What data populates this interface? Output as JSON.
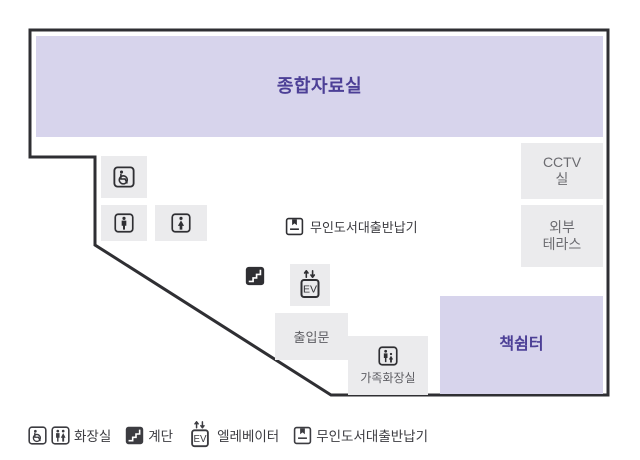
{
  "map": {
    "title_room": "종합자료실",
    "rooms": [
      {
        "name": "종합자료실",
        "type": "purple"
      },
      {
        "name": "CCTV\n실",
        "type": "gray"
      },
      {
        "name": "외부\n테라스",
        "type": "gray"
      },
      {
        "name": "책쉼터",
        "type": "purple"
      }
    ],
    "room_main_label": "종합자료실",
    "room_cctv_label": "CCTV\n실",
    "room_terrace_label": "외부\n테라스",
    "room_rest_label": "책쉼터",
    "door_label": "출입문",
    "family_restroom_label": "가족화장실",
    "book_machine_label": "무인도서대출반납기",
    "icons": {
      "accessible_restroom": "accessible-restroom-icon",
      "mens_restroom": "mens-restroom-icon",
      "womens_restroom": "womens-restroom-icon",
      "family_restroom": "family-restroom-icon",
      "stairs": "stairs-icon",
      "elevator": "elevator-icon",
      "book_machine": "book-lending-machine-icon"
    },
    "elevator_caption": "EV"
  },
  "legend": {
    "items": [
      {
        "label": "화장실",
        "icons": [
          "accessible-restroom-icon",
          "mens-womens-restroom-icon"
        ]
      },
      {
        "label": "계단",
        "icons": [
          "stairs-icon"
        ]
      },
      {
        "label": "엘레베이터",
        "icons": [
          "elevator-icon"
        ]
      },
      {
        "label": "무인도서대출반납기",
        "icons": [
          "book-lending-machine-icon"
        ]
      }
    ],
    "restroom_label": "화장실",
    "stairs_label": "계단",
    "elevator_label": "엘레베이터",
    "book_machine_label": "무인도서대출반납기",
    "elevator_caption": "EV"
  },
  "colors": {
    "room_purple_bg": "#d7d4ec",
    "room_purple_text": "#4c3f96",
    "room_gray_bg": "#ebebed",
    "room_gray_text": "#6b6b70",
    "wall": "#2f2f33",
    "page_bg": "#ffffff"
  }
}
